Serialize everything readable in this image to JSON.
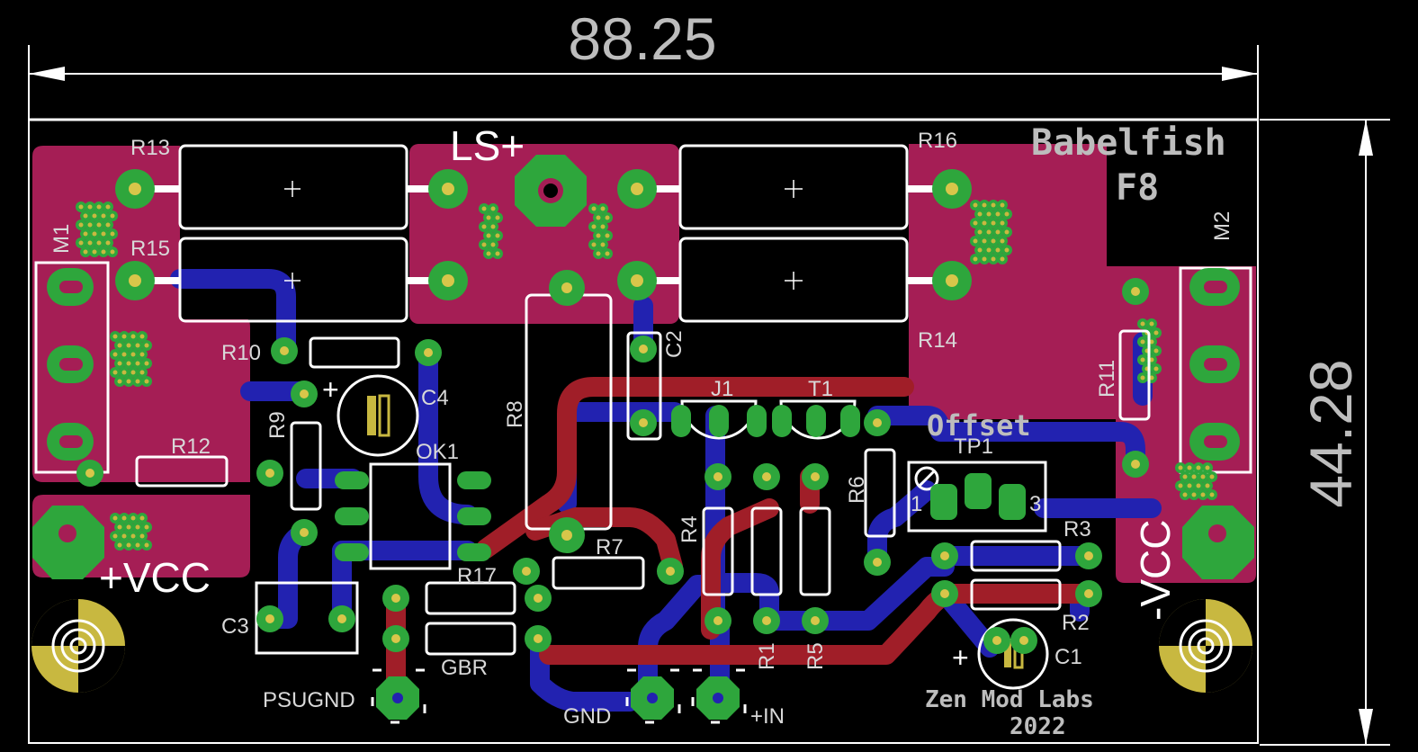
{
  "dimensions": {
    "width_label": "88.25",
    "height_label": "44.28"
  },
  "board_title": {
    "line1": "Babelfish",
    "line2": "F8"
  },
  "credit": {
    "line1": "Zen Mod Labs",
    "line2": "2022"
  },
  "offset_label": "Offset",
  "rail_labels": {
    "ls": "LS+",
    "vcc_pos": "+VCC",
    "vcc_neg": "-VCC"
  },
  "components": {
    "r13": "R13",
    "r15": "R15",
    "r16": "R16",
    "r14": "R14",
    "m1": "M1",
    "m2": "M2",
    "r10": "R10",
    "r9": "R9",
    "c4": "C4",
    "r8": "R8",
    "c2": "C2",
    "j1": "J1",
    "t1": "T1",
    "r11": "R11",
    "r12": "R12",
    "ok1": "OK1",
    "r6": "R6",
    "tp1": "TP1",
    "r4": "R4",
    "r3": "R3",
    "r2": "R2",
    "c1": "C1",
    "r1": "R1",
    "r5": "R5",
    "r7": "R7",
    "r17": "R17",
    "c3": "C3",
    "gbr": "GBR",
    "psugnd": "PSUGND",
    "gnd": "GND",
    "in": "+IN"
  },
  "tp1_pins": {
    "p1": "1",
    "p3": "3"
  },
  "colors": {
    "background": "#000000",
    "copper_pour": "#a51e55",
    "bottom_trace": "#2222b0",
    "top_trace": "#a01e28",
    "pad": "#2ea63c",
    "silkscreen": "#ffffff"
  }
}
